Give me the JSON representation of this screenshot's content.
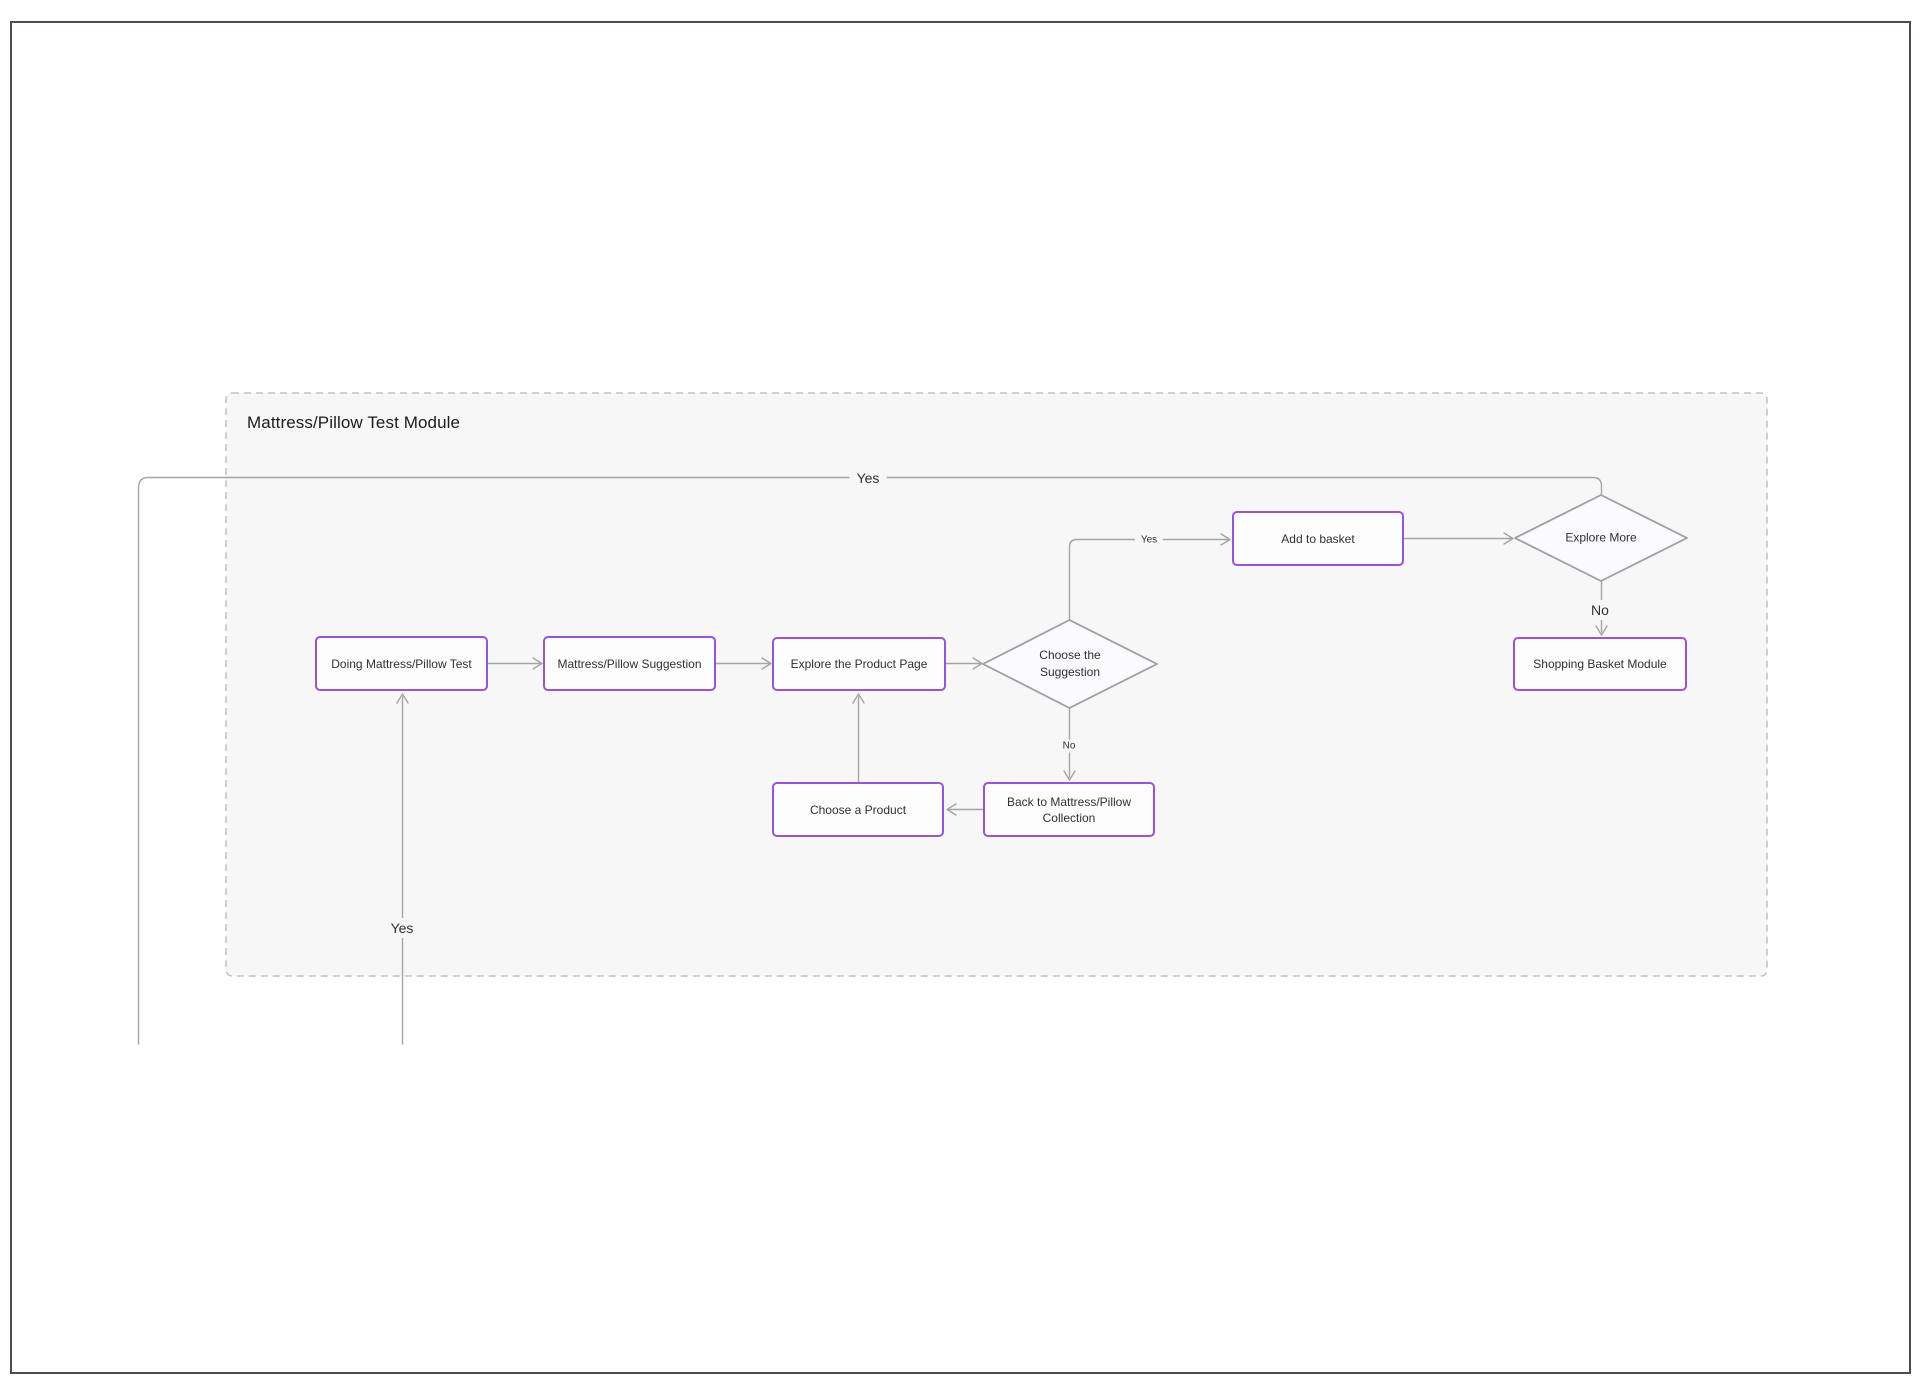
{
  "page": {
    "title": "Mattress/Pillow Test Module"
  },
  "nodes": {
    "doing_test": {
      "label": "Doing Mattress/Pillow Test"
    },
    "suggestion": {
      "label": "Mattress/Pillow Suggestion"
    },
    "explore_page": {
      "label": "Explore the Product Page"
    },
    "choose_suggestion": {
      "label": "Choose the Suggestion"
    },
    "add_basket": {
      "label": "Add to basket"
    },
    "explore_more": {
      "label": "Explore More"
    },
    "shopping_basket": {
      "label": "Shopping Basket Module"
    },
    "choose_product": {
      "label": "Choose a Product"
    },
    "back_collection": {
      "label": "Back to Mattress/Pillow Collection"
    }
  },
  "edge_labels": {
    "loop_yes_top": "Yes",
    "loop_yes_bottom": "Yes",
    "suggestion_yes": "Yes",
    "suggestion_no": "No",
    "explore_no": "No"
  },
  "colors": {
    "accent": "#9353e6",
    "canvas": "#f7f7f8",
    "node-fill": "#fdfdfe",
    "line": "#a5a5a5",
    "diamond-stroke": "#9e9ea3",
    "dash": "#c2c2c2",
    "frame": "#484c5a",
    "text": "#303034"
  }
}
